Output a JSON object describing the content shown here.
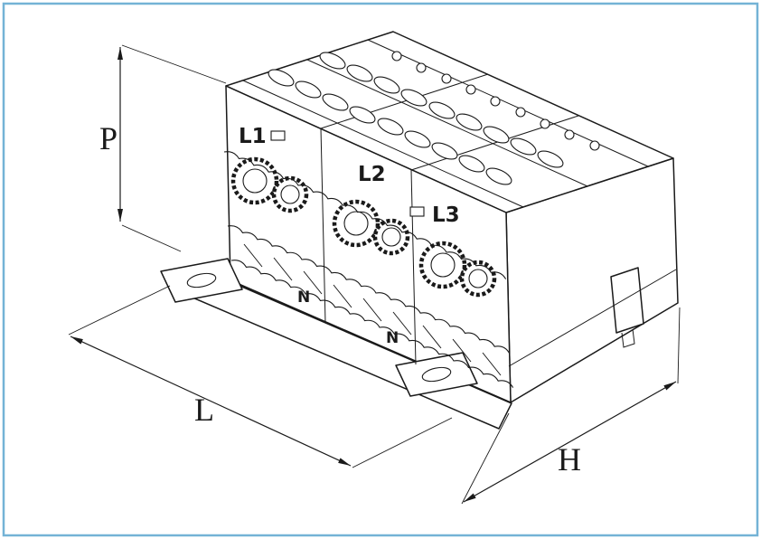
{
  "page": {
    "background": "#ffffff",
    "frame_color": "#74b3d6"
  },
  "drawing": {
    "subject": "terminal-distribution-block",
    "line_color": "#1a1a1a",
    "terminals": {
      "l1": "L1",
      "l2": "L2",
      "l3": "L3",
      "n1": "N",
      "n2": "N"
    },
    "dimensions": {
      "p": "P",
      "l": "L",
      "h": "H"
    }
  }
}
